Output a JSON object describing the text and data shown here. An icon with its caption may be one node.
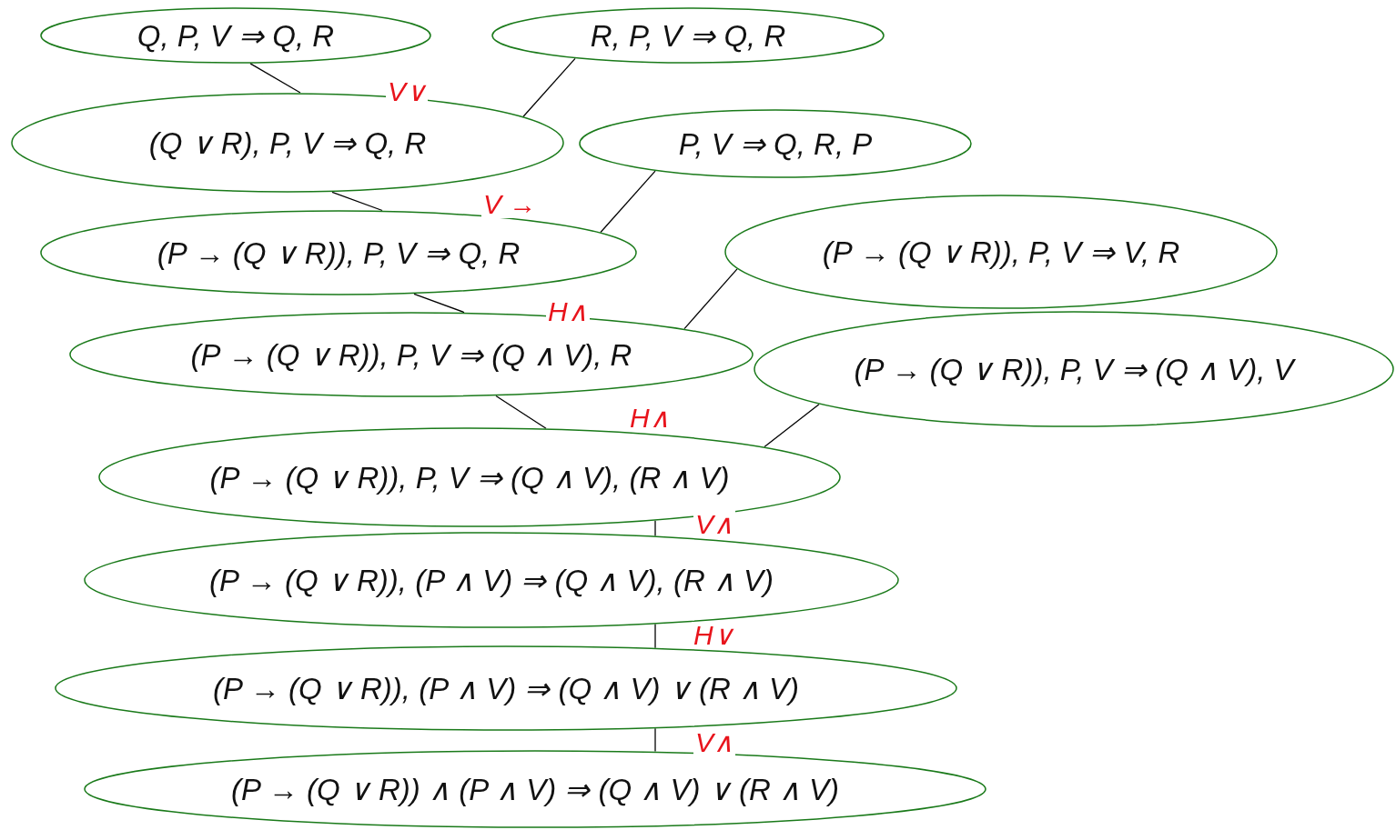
{
  "diagram": {
    "nodes": [
      {
        "text": [
          "Q, P, V ⇒ Q, R"
        ]
      },
      {
        "text": [
          "R, P, V ⇒ Q, R"
        ]
      },
      {
        "text": [
          "(Q ∨ R), P, V ⇒ Q, R"
        ]
      },
      {
        "text": [
          "P, V ⇒ Q, R, P"
        ]
      },
      {
        "text": [
          "(P → (Q ∨ R)), P, V ⇒ Q, R"
        ]
      },
      {
        "text": [
          "(P → (Q ∨ R)), P, V ⇒ V, R"
        ]
      },
      {
        "text": [
          "(P → (Q ∨ R)), P, V ⇒ (Q ∧ V), R"
        ]
      },
      {
        "text": [
          "(P → (Q ∨ R)), P, V ⇒ (Q ∧ V), V"
        ]
      },
      {
        "text": [
          "(P → (Q ∨ R)), P, V ⇒ (Q ∧ V), (R ∧ V)"
        ]
      },
      {
        "text": [
          "(P → (Q ∨ R)), (P ∧ V) ⇒ (Q ∧ V), (R ∧ V)"
        ]
      },
      {
        "text": [
          "(P → (Q ∨ R)), (P ∧ V) ⇒ (Q ∧ V) ∨ (R ∧ V)"
        ]
      },
      {
        "text": [
          "(P → (Q ∨ R)) ∧ (P ∧ V) ⇒ (Q ∧ V) ∨ (R ∧ V)"
        ]
      }
    ],
    "edges": [
      {
        "from": 0,
        "to": 2,
        "arrow": "none"
      },
      {
        "from": 1,
        "to": 2,
        "arrow": "none",
        "label": "V∨"
      },
      {
        "from": 2,
        "to": 4,
        "arrow": "none"
      },
      {
        "from": 3,
        "to": 4,
        "arrow": "none",
        "label": "V →"
      },
      {
        "from": 4,
        "to": 6,
        "arrow": "none"
      },
      {
        "from": 5,
        "to": 6,
        "arrow": "none",
        "label": "H∧"
      },
      {
        "from": 6,
        "to": 8,
        "arrow": "none"
      },
      {
        "from": 7,
        "to": 8,
        "arrow": "none",
        "label": "H∧"
      },
      {
        "from": 8,
        "to": 9,
        "arrow": "none",
        "label": "V∧"
      },
      {
        "from": 9,
        "to": 10,
        "arrow": "none",
        "label": "H∨"
      },
      {
        "from": 10,
        "to": 11,
        "arrow": "none",
        "label": "V∧"
      }
    ]
  }
}
